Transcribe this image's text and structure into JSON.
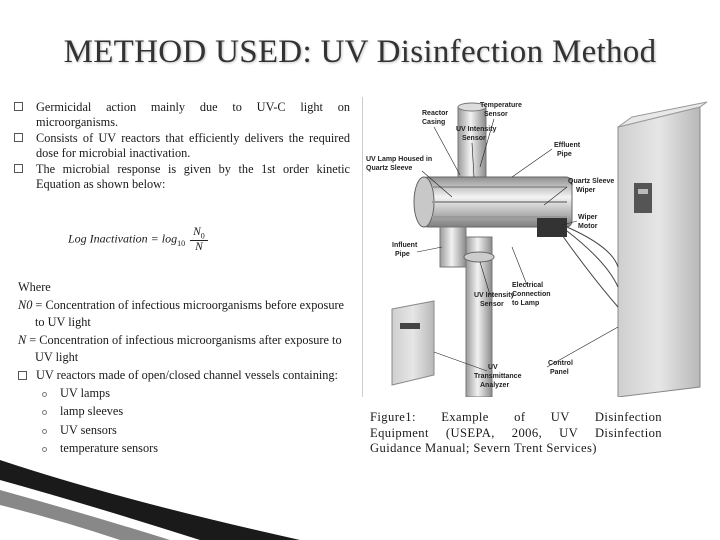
{
  "slide": {
    "title": "METHOD USED: UV Disinfection Method",
    "bullets": [
      "Germicidal action mainly due to UV-C light on microorganisms.",
      "Consists of UV reactors that efficiently delivers the required dose for microbial  inactivation.",
      "The microbial response is given by the 1st order kinetic Equation as shown below:"
    ],
    "formula": {
      "lhs": "Log  Inactivation = log",
      "base": "10",
      "numerator_main": "N",
      "numerator_sub": "0",
      "denominator": "N"
    },
    "where": {
      "heading": "Where",
      "def1_term": "N0",
      "def1_text": " = Concentration of infectious microorganisms before exposure to UV light",
      "def2_term": "N",
      "def2_text": " = Concentration of infectious microorganisms after exposure to UV light",
      "reactor_bullet": "UV  reactors  made  of  open/closed  channel  vessels containing:",
      "sub_items": [
        "UV lamps",
        "lamp sleeves",
        "UV sensors",
        "temperature sensors"
      ]
    }
  },
  "figure": {
    "labels": {
      "reactor_casing": [
        "Reactor",
        "Casing"
      ],
      "temperature_sensor": [
        "Temperature",
        "Sensor"
      ],
      "uv_intensity_sensor_top": [
        "UV Intensity",
        "Sensor"
      ],
      "effluent_pipe": [
        "Effluent",
        "Pipe"
      ],
      "uv_lamp_housed": [
        "UV Lamp Housed in",
        "Quartz Sleeve"
      ],
      "quartz_sleeve_wiper": [
        "Quartz Sleeve",
        "Wiper"
      ],
      "wiper_motor": [
        "Wiper",
        "Motor"
      ],
      "influent_pipe": [
        "Influent",
        "Pipe"
      ],
      "electrical_connection": [
        "Electrical",
        "Connection",
        "to Lamp"
      ],
      "uv_intensity_sensor_bottom": [
        "UV Intensity",
        "Sensor"
      ],
      "control_panel": [
        "Control",
        "Panel"
      ],
      "uv_transmittance_analyzer": [
        "UV",
        "Transmittance",
        "Analyzer"
      ]
    },
    "caption_lines": [
      "Figure1:   Example   of   UV   Disinfection",
      "Equipment   (USEPA,   2006,   UV   Disinfection",
      "Guidance Manual; Severn Trent Services)"
    ]
  }
}
